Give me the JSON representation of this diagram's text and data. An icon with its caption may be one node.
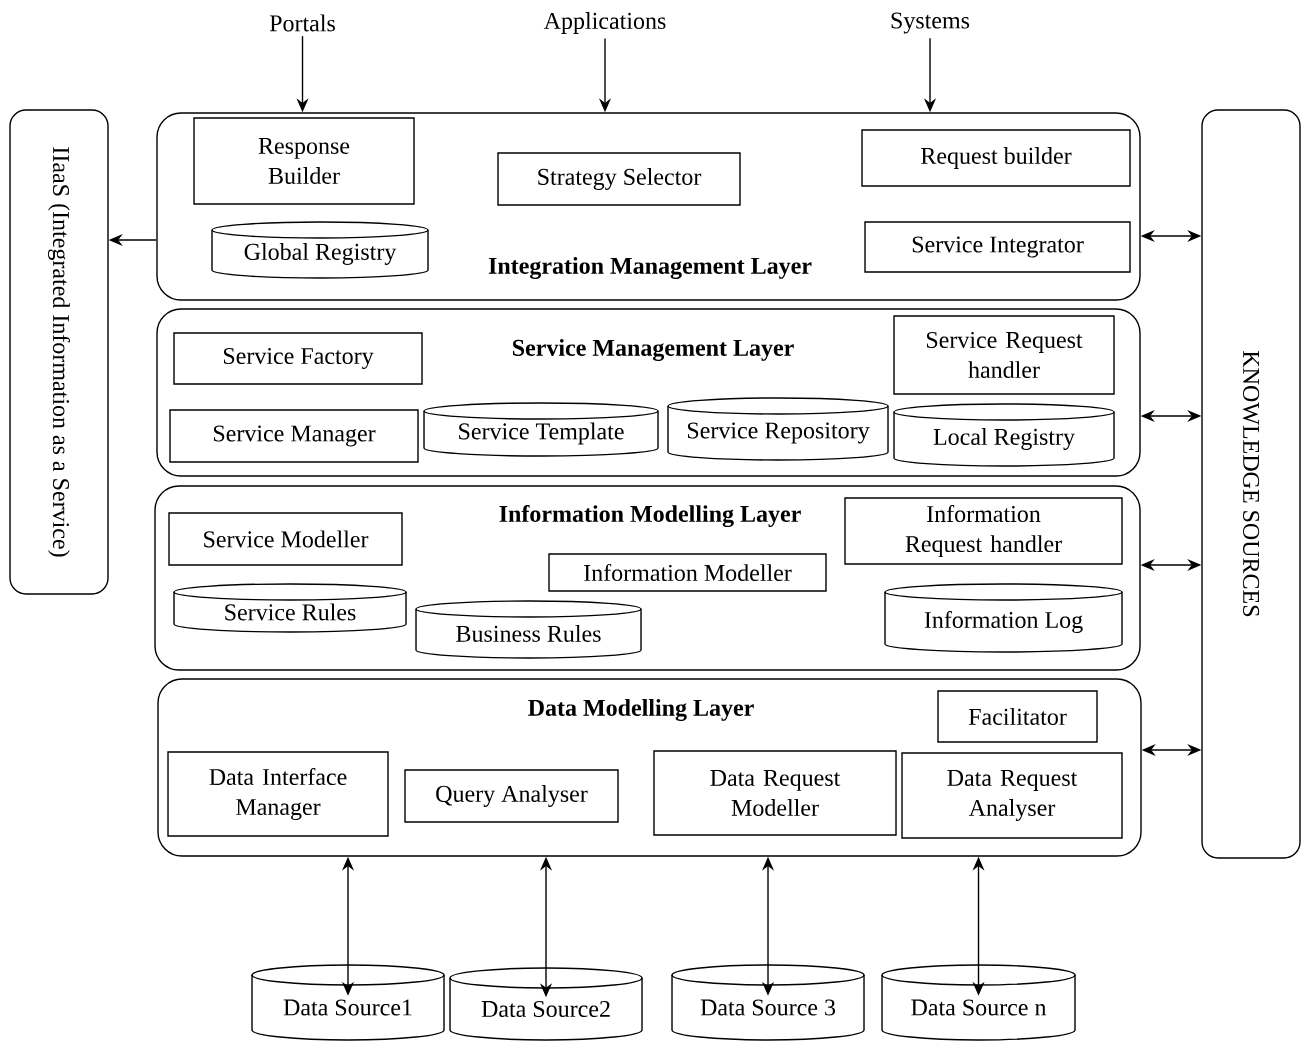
{
  "diagram": {
    "nodes": [
      {
        "text": [
          "Portals"
        ]
      },
      {
        "text": [
          "Applications"
        ]
      },
      {
        "text": [
          "Systems"
        ]
      },
      {
        "text": [
          "IIaaS (Integrated Information as a Service)"
        ]
      },
      {
        "text": [
          "Integration Management Layer"
        ]
      },
      {
        "text": [
          "Response Builder"
        ],
        "in": 4
      },
      {
        "text": [
          "Strategy Selector"
        ],
        "in": 4
      },
      {
        "text": [
          "Request builder"
        ],
        "in": 4
      },
      {
        "text": [
          "Global Registry"
        ],
        "in": 4
      },
      {
        "text": [
          "Service Integrator"
        ],
        "in": 4
      },
      {
        "text": [
          "Service Management Layer"
        ]
      },
      {
        "text": [
          "Service Factory"
        ],
        "in": 10
      },
      {
        "text": [
          "Service Request handler"
        ],
        "in": 10
      },
      {
        "text": [
          "Service Manager"
        ],
        "in": 10
      },
      {
        "text": [
          "Service Template"
        ],
        "in": 10
      },
      {
        "text": [
          "Service Repository"
        ],
        "in": 10
      },
      {
        "text": [
          "Local Registry"
        ],
        "in": 10
      },
      {
        "text": [
          "Information Modelling Layer"
        ]
      },
      {
        "text": [
          "Service Modeller"
        ],
        "in": 17
      },
      {
        "text": [
          "Information Request handler"
        ],
        "in": 17
      },
      {
        "text": [
          "Information Modeller"
        ],
        "in": 17
      },
      {
        "text": [
          "Service Rules"
        ],
        "in": 17
      },
      {
        "text": [
          "Business Rules"
        ],
        "in": 17
      },
      {
        "text": [
          "Information Log"
        ],
        "in": 17
      },
      {
        "text": [
          "Data Modelling Layer"
        ]
      },
      {
        "text": [
          "Facilitator"
        ],
        "in": 24
      },
      {
        "text": [
          "Data Interface Manager"
        ],
        "in": 24
      },
      {
        "text": [
          "Query Analyser"
        ],
        "in": 24
      },
      {
        "text": [
          "Data Request Modeller"
        ],
        "in": 24
      },
      {
        "text": [
          "Data Request Analyser"
        ],
        "in": 24
      },
      {
        "text": [
          "KNOWLEDGE SOURCES"
        ]
      },
      {
        "text": [
          "Data Source1"
        ]
      },
      {
        "text": [
          "Data Source2"
        ]
      },
      {
        "text": [
          "Data Source 3"
        ]
      },
      {
        "text": [
          "Data Source n"
        ]
      }
    ],
    "edges": [
      {
        "from": 0,
        "to": 4,
        "arrow": "to"
      },
      {
        "from": 1,
        "to": 4,
        "arrow": "to"
      },
      {
        "from": 2,
        "to": 4,
        "arrow": "to"
      },
      {
        "from": 4,
        "to": 3,
        "arrow": "to"
      },
      {
        "from": 4,
        "to": 30,
        "arrow": "both"
      },
      {
        "from": 10,
        "to": 30,
        "arrow": "both"
      },
      {
        "from": 17,
        "to": 30,
        "arrow": "both"
      },
      {
        "from": 24,
        "to": 30,
        "arrow": "both"
      },
      {
        "from": 24,
        "to": 31,
        "arrow": "both"
      },
      {
        "from": 24,
        "to": 32,
        "arrow": "both"
      },
      {
        "from": 24,
        "to": 33,
        "arrow": "both"
      },
      {
        "from": 24,
        "to": 34,
        "arrow": "both"
      }
    ]
  }
}
